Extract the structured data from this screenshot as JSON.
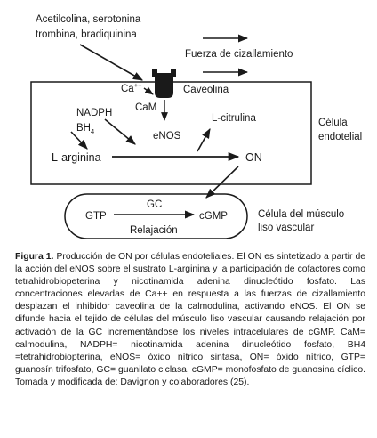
{
  "diagram": {
    "labels": {
      "stimuli": [
        "Acetilcolina, serotonina",
        "trombina, bradiquinina"
      ],
      "shear": "Fuerza de cizallamiento",
      "ca": "Ca",
      "ca_sup": "++",
      "caveolina": "Caveolina",
      "cam": "CaM",
      "enos": "eNOS",
      "nadph": "NADPH",
      "bh4": "BH",
      "bh4_sub": "4",
      "citrulina": "L-citrulina",
      "arginina": "L-arginina",
      "on": "ON",
      "endothelial": [
        "Célula",
        "endotelial"
      ],
      "gc": "GC",
      "gtp": "GTP",
      "cgmp": "cGMP",
      "relajacion": "Relajación",
      "smooth": [
        "Célula del músculo",
        "liso vascular"
      ]
    },
    "colors": {
      "ink": "#1a1a1a",
      "background": "#ffffff"
    }
  },
  "caption": {
    "label": "Figura 1.",
    "text": "Producción de ON por células endoteliales. El ON es sintetizado a partir de la acción del eNOS sobre el sustrato L-arginina y la participación de cofactores como tetrahidrobiopeterina y nicotinamida adenina dinucleótido fosfato. Las concentraciones elevadas de Ca++ en respuesta a las fuerzas de cizallamiento desplazan el inhibidor caveolina de la calmodulina, activando eNOS. El ON se difunde hacia el tejido de células del músculo liso vascular causando relajación por activación de la GC incrementándose los niveles intracelulares de cGMP. CaM= calmodulina, NADPH= nicotinamida adenina dinucleótido fosfato, BH4 =tetrahidrobiopterina, eNOS= óxido nítrico sintasa, ON= óxido nítrico, GTP= guanosín trifosfato, GC= guanilato ciclasa, cGMP= monofosfato de guanosina cíclico. Tomada y modificada de: Davignon y colaboradores (25)."
  }
}
